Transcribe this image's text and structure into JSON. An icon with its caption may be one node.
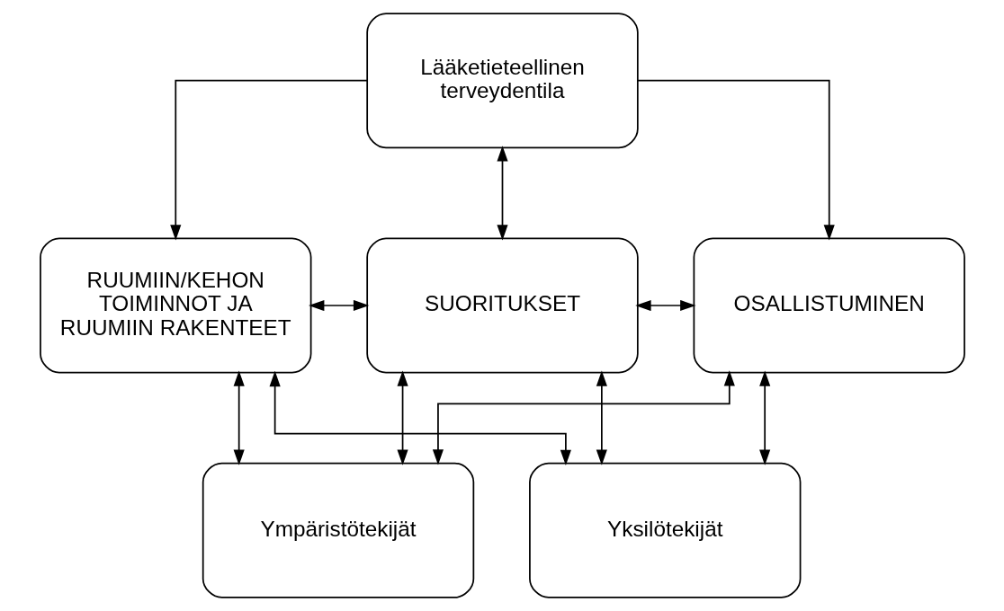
{
  "diagram": {
    "nodes": [
      {
        "text": [
          "Lääketieteellinen terveydentila"
        ]
      },
      {
        "text": [
          "RUUMIIN/KEHON TOIMINNOT JA RUUMIIN RAKENTEET"
        ]
      },
      {
        "text": [
          "SUORITUKSET"
        ]
      },
      {
        "text": [
          "OSALLISTUMINEN"
        ]
      },
      {
        "text": [
          "Ympäristötekijät"
        ]
      },
      {
        "text": [
          "Yksilötekijät"
        ]
      }
    ],
    "edges": [
      {
        "from": 0,
        "to": 2,
        "arrow": "both"
      },
      {
        "from": 0,
        "to": 1,
        "arrow": "to"
      },
      {
        "from": 0,
        "to": 3,
        "arrow": "to"
      },
      {
        "from": 1,
        "to": 2,
        "arrow": "both"
      },
      {
        "from": 2,
        "to": 3,
        "arrow": "both"
      },
      {
        "from": 1,
        "to": 4,
        "arrow": "both"
      },
      {
        "from": 2,
        "to": 4,
        "arrow": "both"
      },
      {
        "from": 3,
        "to": 4,
        "arrow": "both"
      },
      {
        "from": 1,
        "to": 5,
        "arrow": "both"
      },
      {
        "from": 2,
        "to": 5,
        "arrow": "both"
      },
      {
        "from": 3,
        "to": 5,
        "arrow": "both"
      }
    ]
  }
}
